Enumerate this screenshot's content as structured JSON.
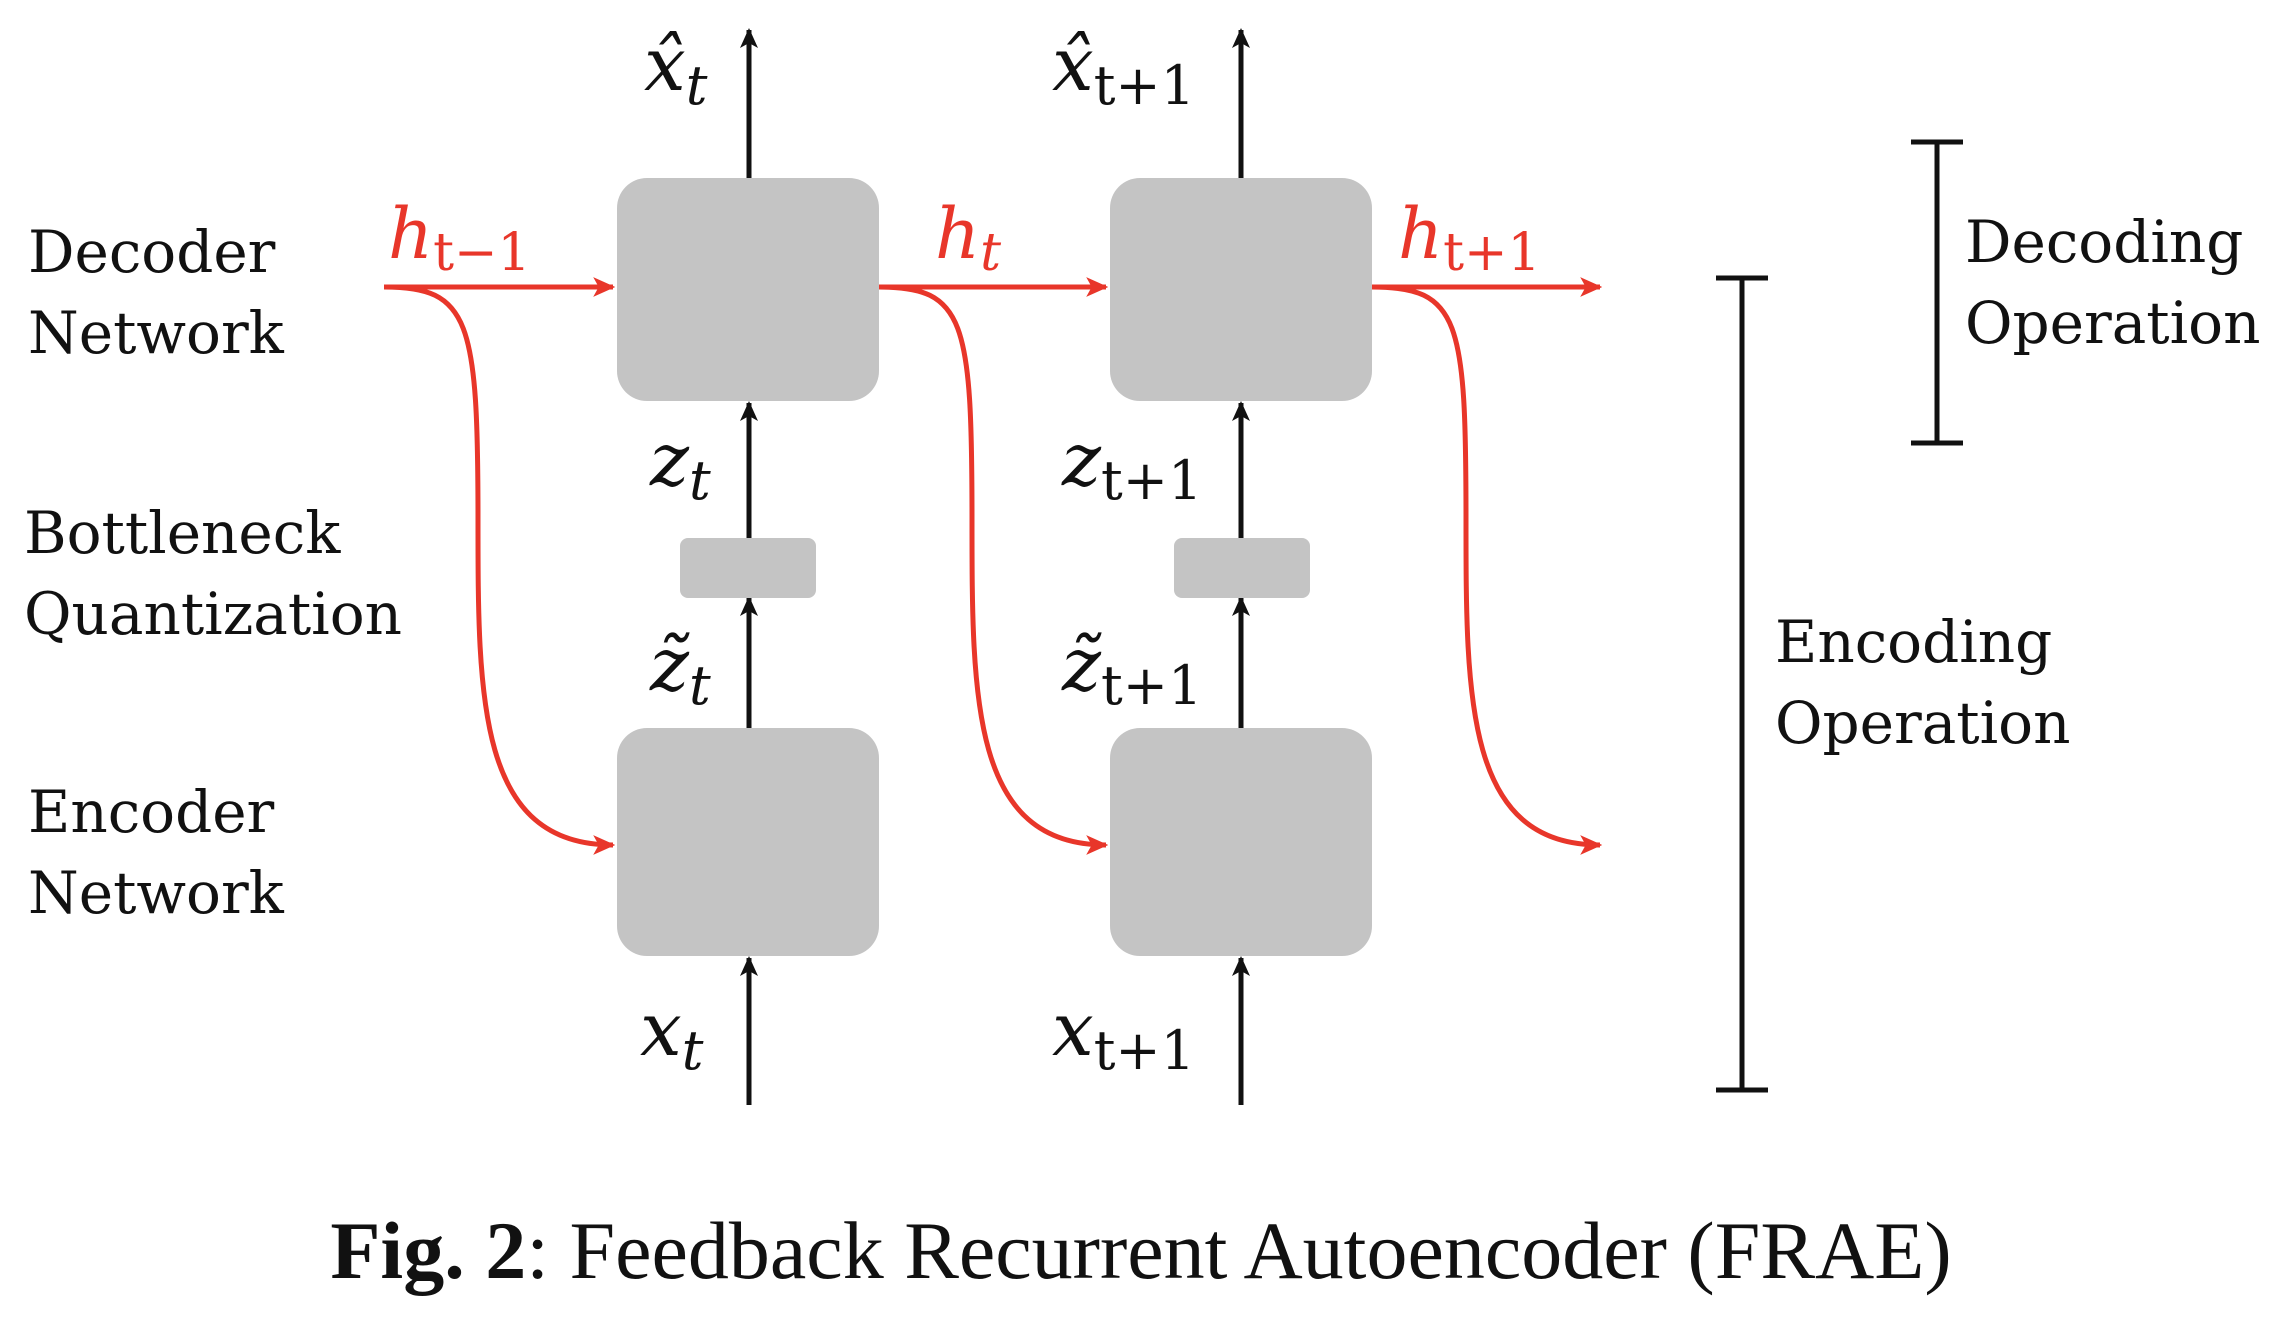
{
  "colors": {
    "recurrent": "#e8362a",
    "block": "#c4c4c4",
    "ink": "#111111"
  },
  "row_labels": {
    "decoder": [
      "Decoder",
      "Network"
    ],
    "bottleneck": [
      "Bottleneck",
      "Quantization"
    ],
    "encoder": [
      "Encoder",
      "Network"
    ]
  },
  "bracket_labels": {
    "decoding": [
      "Decoding",
      "Operation"
    ],
    "encoding": [
      "Encoding",
      "Operation"
    ]
  },
  "steps": [
    {
      "x_hat": {
        "base": "x̂",
        "sub": "t"
      },
      "z": {
        "base": "z",
        "sub": "t"
      },
      "z_tilde": {
        "base": "z̃",
        "sub": "t"
      },
      "x": {
        "base": "x",
        "sub": "t"
      }
    },
    {
      "x_hat": {
        "base": "x̂",
        "sub": "t+1"
      },
      "z": {
        "base": "z",
        "sub": "t+1"
      },
      "z_tilde": {
        "base": "z̃",
        "sub": "t+1"
      },
      "x": {
        "base": "x",
        "sub": "t+1"
      }
    }
  ],
  "hidden_states": [
    {
      "base": "h",
      "sub": "t−1"
    },
    {
      "base": "h",
      "sub": "t"
    },
    {
      "base": "h",
      "sub": "t+1"
    }
  ],
  "caption": {
    "prefix": "Fig. 2",
    "text": ": Feedback Recurrent Autoencoder (FRAE)"
  }
}
